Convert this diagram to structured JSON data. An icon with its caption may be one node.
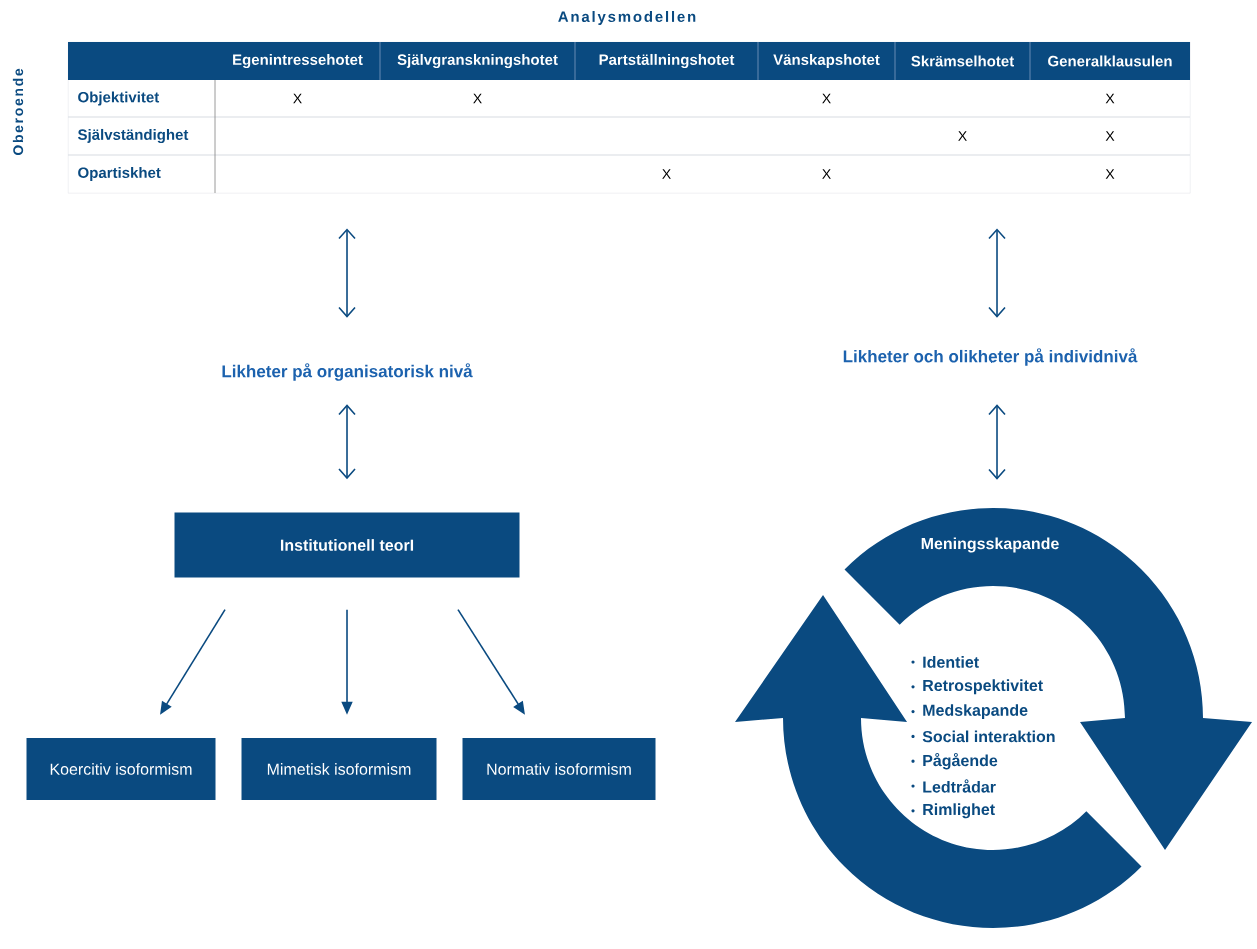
{
  "diagram": {
    "title": "Analysmodellen",
    "nodes": [
      {
        "text": [
          "Egenintressehotet",
          "Självgranskningshotet",
          "Partställningshotet",
          "Vänskapshotet",
          "Skrämselhotet",
          "Generalklausulen",
          "Objektivitet",
          "X",
          "X",
          "X",
          "X",
          "Självständighet",
          "X",
          "X",
          "Opartiskhet",
          "X",
          "X",
          "X"
        ]
      },
      {
        "text": [
          "Likheter på organisatorisk nivå"
        ]
      },
      {
        "text": [
          "Likheter och olikheter på individnivå"
        ]
      },
      {
        "text": [
          "Institutionell teorI"
        ]
      },
      {
        "text": [
          "Koercitiv isoformism"
        ]
      },
      {
        "text": [
          "Mimetisk isoformism"
        ]
      },
      {
        "text": [
          "Normativ isoformism"
        ]
      },
      {
        "text": [
          "Meningsskapande",
          "Identiet",
          "Retrospektivitet",
          "Medskapande",
          "Social interaktion",
          "Pågående",
          "Ledtrådar",
          "Rimlighet"
        ]
      }
    ],
    "edges": [
      {
        "from": 0,
        "to": 1,
        "arrow": "both"
      },
      {
        "from": 0,
        "to": 2,
        "arrow": "both"
      },
      {
        "from": 1,
        "to": 3,
        "arrow": "both"
      },
      {
        "from": 2,
        "to": 7,
        "arrow": "both"
      },
      {
        "from": 3,
        "to": 4,
        "arrow": "to"
      },
      {
        "from": 3,
        "to": 5,
        "arrow": "to"
      },
      {
        "from": 3,
        "to": 6,
        "arrow": "to"
      }
    ],
    "labels": [
      "Oberoende"
    ]
  }
}
